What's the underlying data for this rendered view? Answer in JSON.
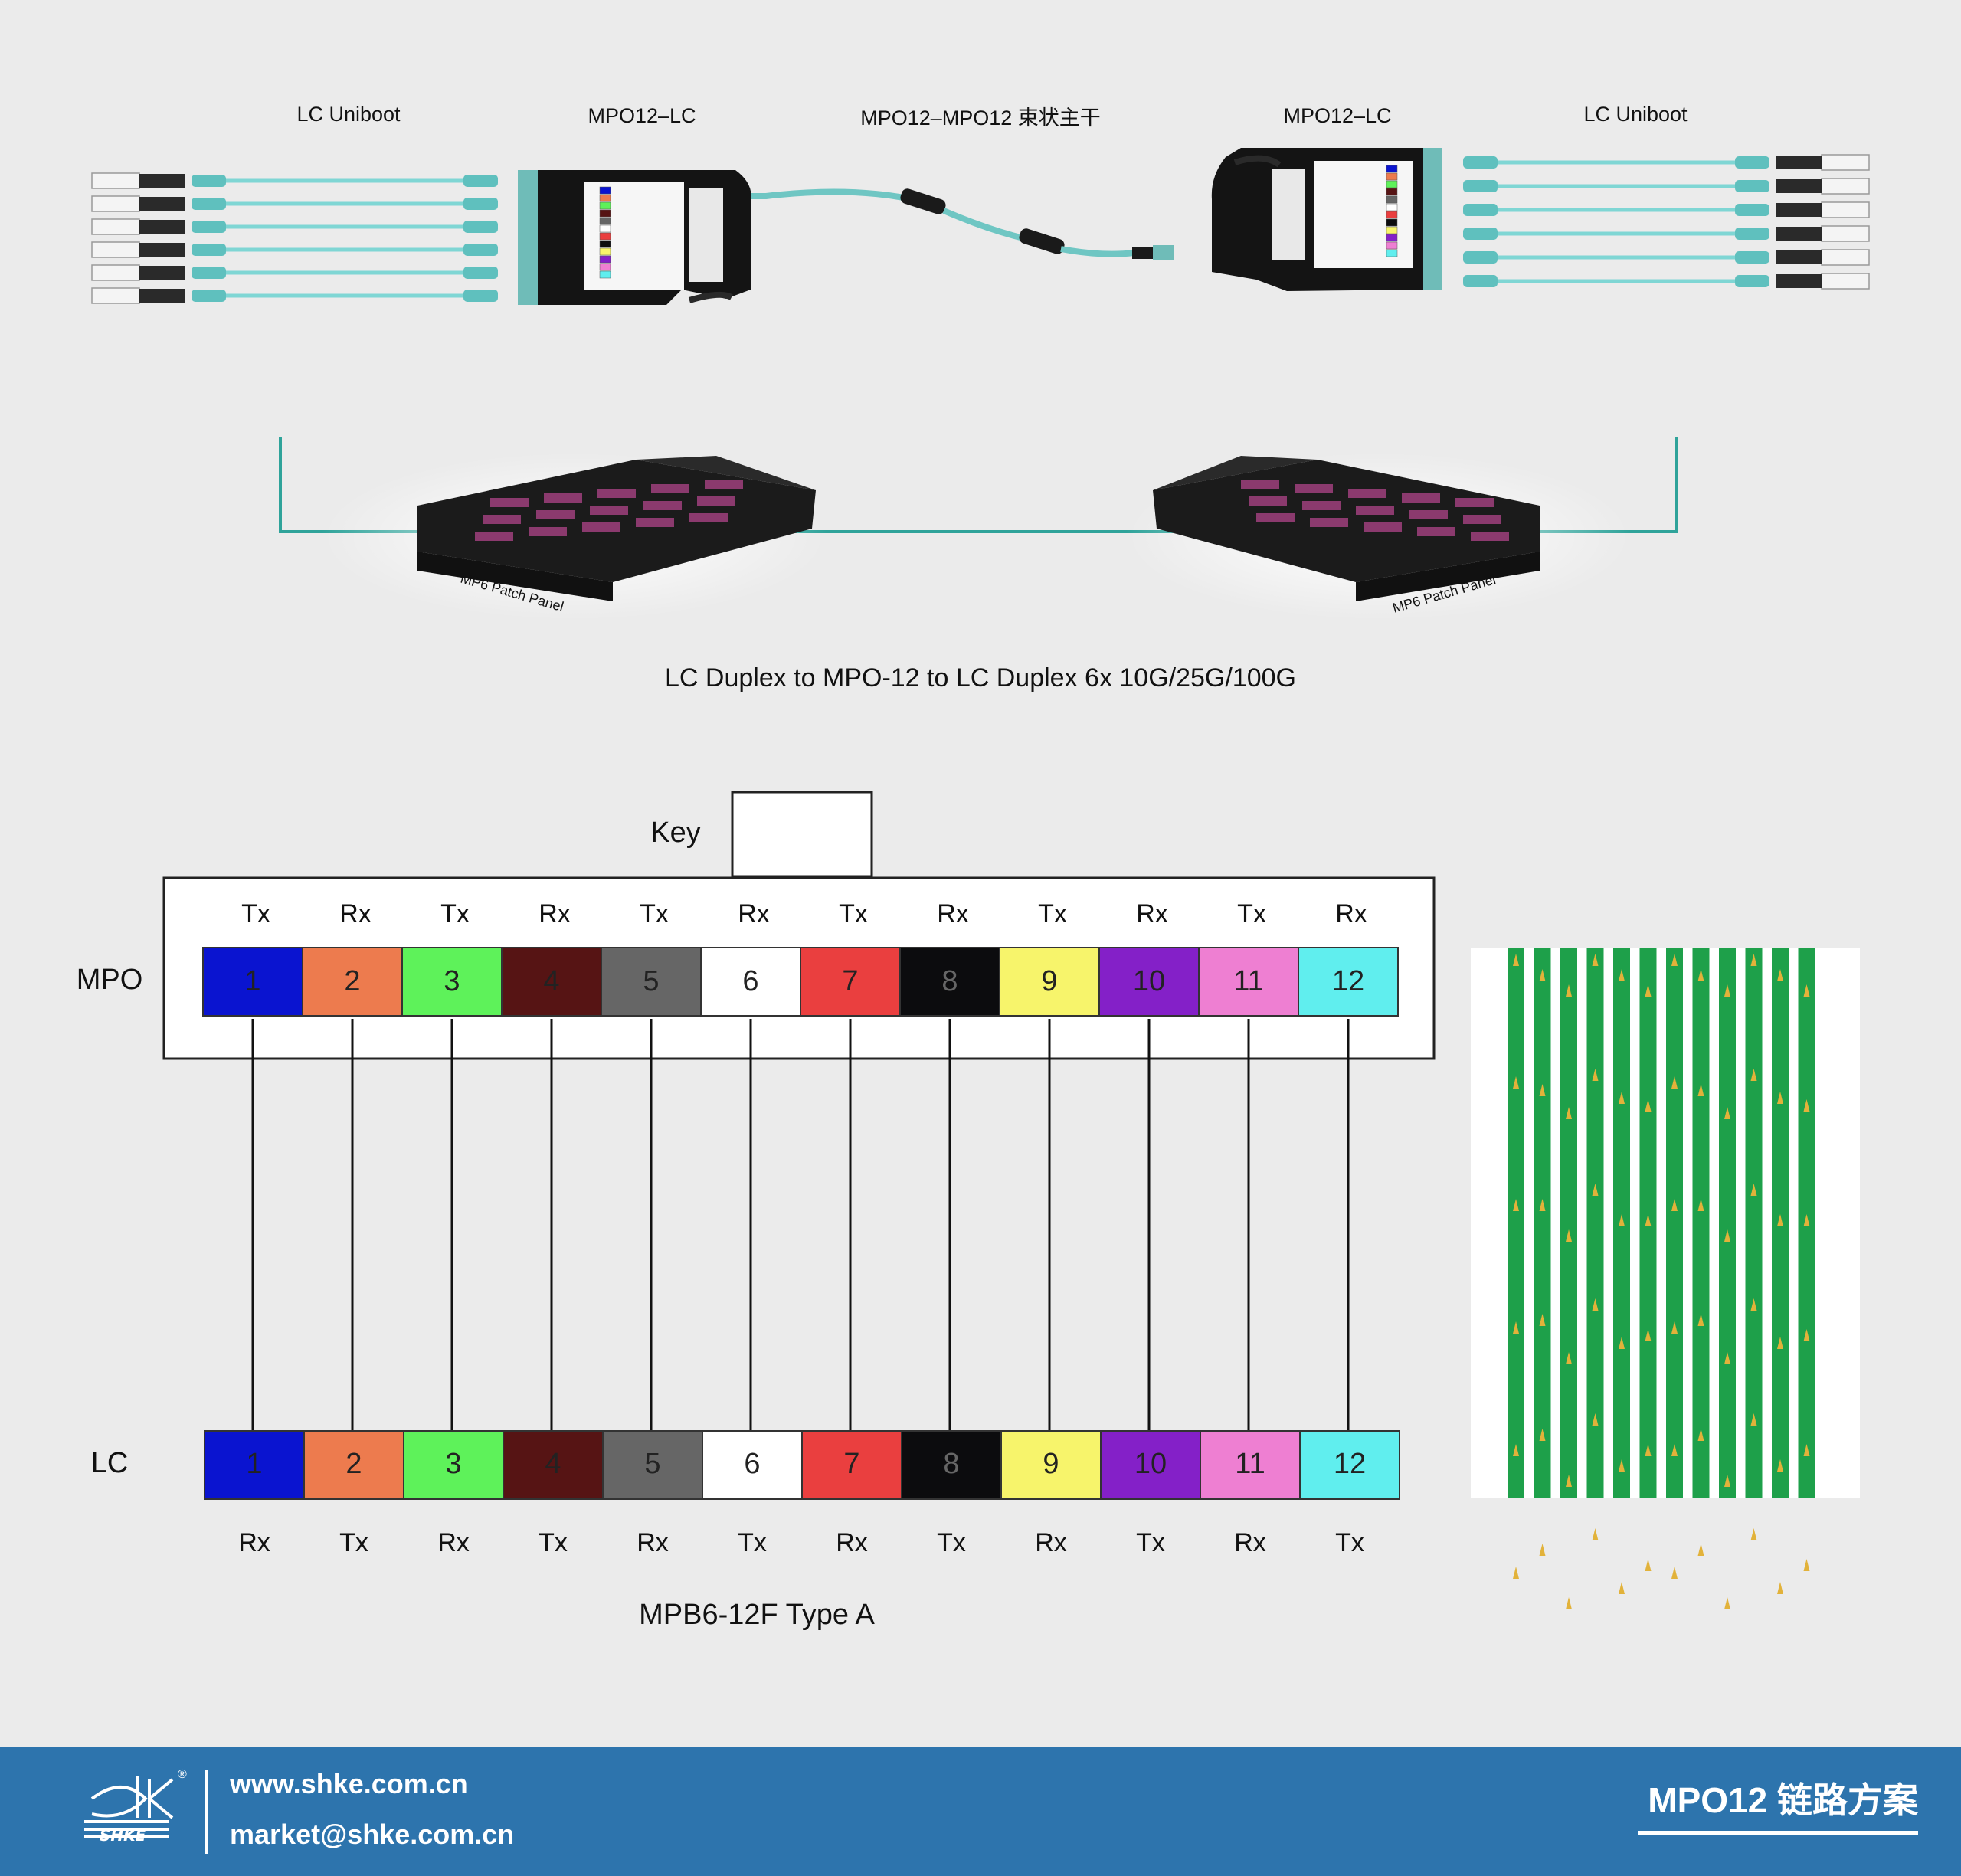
{
  "top_labels": {
    "lc_uniboot_left": "LC Uniboot",
    "mpo_lc_left": "MPO12–LC",
    "trunk": "MPO12–MPO12 束状主干",
    "mpo_lc_right": "MPO12–LC",
    "lc_uniboot_right": "LC Uniboot"
  },
  "panels": {
    "left_label": "MP6 Patch Panel",
    "right_label": "MP6 Patch Panel"
  },
  "subtitle": "LC Duplex to MPO-12 to LC Duplex 6x 10G/25G/100G",
  "key_label": "Key",
  "mpo_row_label": "MPO",
  "lc_row_label": "LC",
  "diagram_caption": "MPB6-12F Type A",
  "fibers": [
    {
      "num": "1",
      "color": "#0a14d0",
      "text": "#222222",
      "mpo_dir": "Tx",
      "lc_dir": "Rx"
    },
    {
      "num": "2",
      "color": "#ed7b4e",
      "text": "#222222",
      "mpo_dir": "Rx",
      "lc_dir": "Tx"
    },
    {
      "num": "3",
      "color": "#5ef25a",
      "text": "#222222",
      "mpo_dir": "Tx",
      "lc_dir": "Rx"
    },
    {
      "num": "4",
      "color": "#561414",
      "text": "#222222",
      "mpo_dir": "Rx",
      "lc_dir": "Tx"
    },
    {
      "num": "5",
      "color": "#666666",
      "text": "#222222",
      "mpo_dir": "Tx",
      "lc_dir": "Rx"
    },
    {
      "num": "6",
      "color": "#ffffff",
      "text": "#222222",
      "mpo_dir": "Rx",
      "lc_dir": "Tx"
    },
    {
      "num": "7",
      "color": "#ea3f3f",
      "text": "#222222",
      "mpo_dir": "Tx",
      "lc_dir": "Rx"
    },
    {
      "num": "8",
      "color": "#0c0c0e",
      "text": "#666666",
      "mpo_dir": "Rx",
      "lc_dir": "Tx"
    },
    {
      "num": "9",
      "color": "#f7f46b",
      "text": "#222222",
      "mpo_dir": "Tx",
      "lc_dir": "Rx"
    },
    {
      "num": "10",
      "color": "#8420c8",
      "text": "#222222",
      "mpo_dir": "Rx",
      "lc_dir": "Tx"
    },
    {
      "num": "11",
      "color": "#ee7fd2",
      "text": "#222222",
      "mpo_dir": "Tx",
      "lc_dir": "Rx"
    },
    {
      "num": "12",
      "color": "#60eeee",
      "text": "#222222",
      "mpo_dir": "Rx",
      "lc_dir": "Tx"
    }
  ],
  "footer": {
    "website": "www.shke.com.cn",
    "email": "market@shke.com.cn",
    "title": "MPO12 链路方案",
    "logo_text": "SHKE"
  },
  "colors": {
    "background": "#ebebeb",
    "footer": "#2d74ad",
    "link_line": "#2fa39a",
    "fiber_aqua": "#7fd6d4",
    "ribbon_green": "#1ea04a"
  }
}
